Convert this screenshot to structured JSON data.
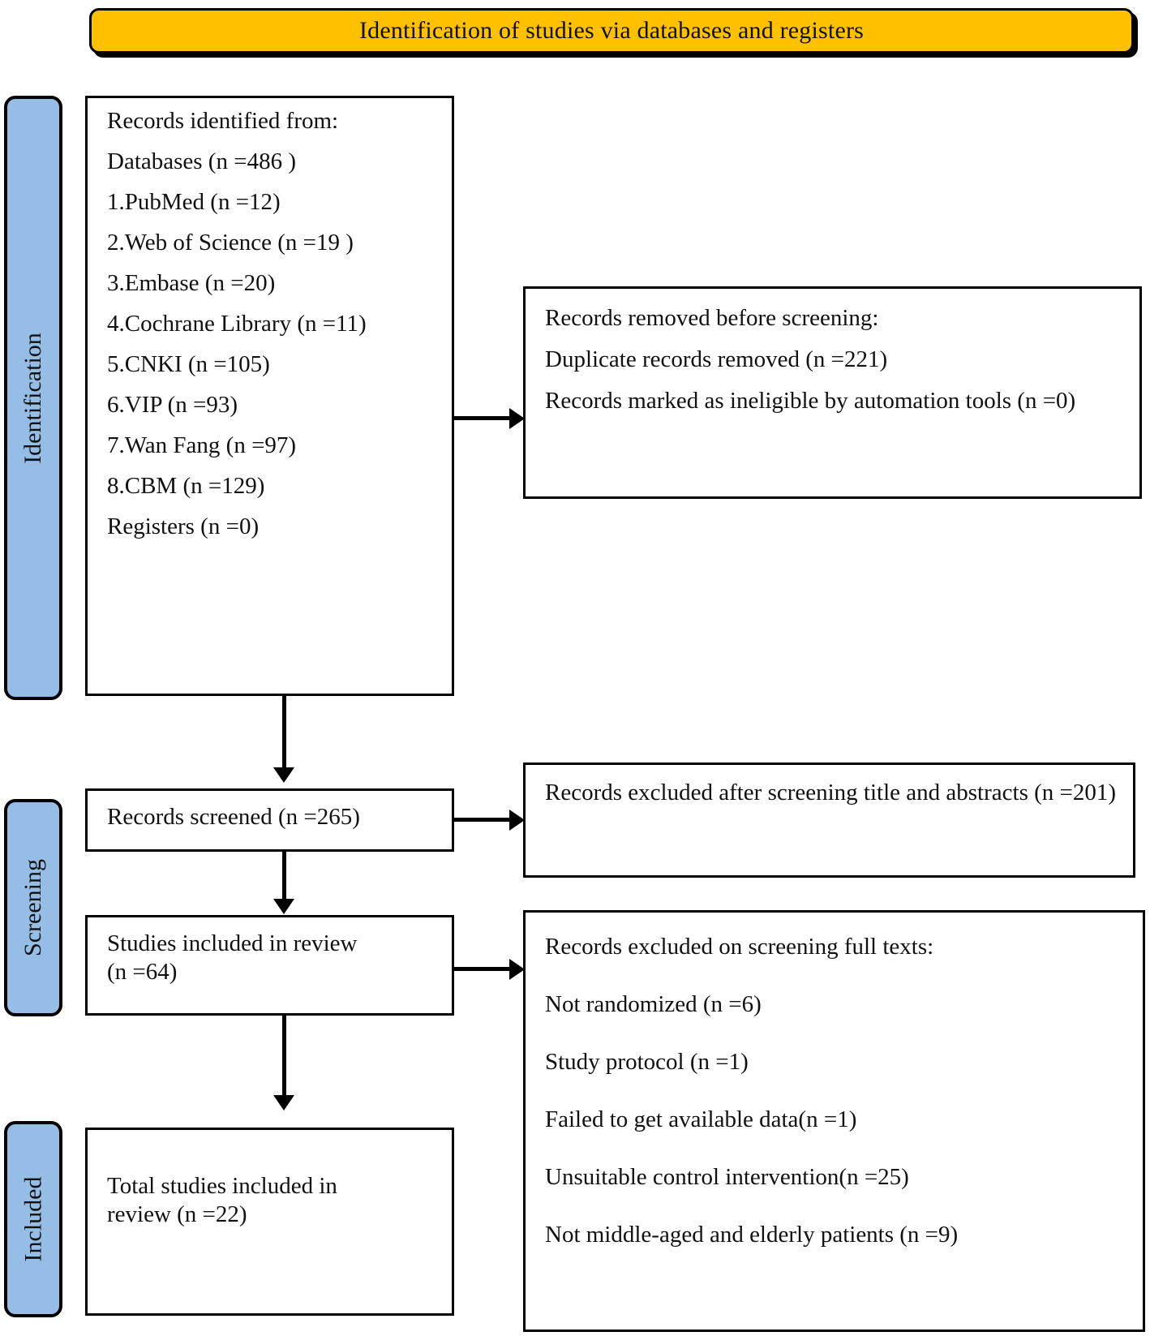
{
  "colors": {
    "header_accent": "#FFC000",
    "stage_tab": "#95BDE6",
    "outline": "#000000",
    "box_fill": "#FFFFFF"
  },
  "header": {
    "title": "Identification of studies via databases and registers"
  },
  "stages": [
    {
      "id": "identification",
      "label": "Identification"
    },
    {
      "id": "screening",
      "label": "Screening"
    },
    {
      "id": "included",
      "label": "Included"
    }
  ],
  "boxes": {
    "records_identified": {
      "lines": [
        "Records identified from:",
        "Databases (n =486 )",
        "1.PubMed (n =12)",
        "2.Web of Science (n =19 )",
        "3.Embase (n =20)",
        "4.Cochrane Library (n =11)",
        "5.CNKI (n =105)",
        "6.VIP (n =93)",
        "7.Wan Fang (n =97)",
        "8.CBM (n =129)",
        "Registers (n =0)"
      ]
    },
    "records_removed": {
      "lines": [
        "Records removed before screening:",
        "Duplicate records removed  (n =221)",
        "Records marked as ineligible by automation tools (n =0)"
      ]
    },
    "records_screened": {
      "lines": [
        "Records screened (n =265)"
      ]
    },
    "records_excluded_screening": {
      "lines": [
        "Records excluded after screening title and abstracts (n =201)"
      ]
    },
    "studies_included_review": {
      "lines": [
        "Studies included in review",
        "(n =64)"
      ]
    },
    "records_excluded_fulltext": {
      "lines": [
        "Records excluded on screening full texts:",
        "Not randomized (n =6)",
        "Study protocol (n =1)",
        "Failed to get available data(n =1)",
        "Unsuitable control intervention(n =25)",
        "Not middle-aged and elderly patients (n =9)"
      ]
    },
    "total_studies_included": {
      "lines": [
        "Total studies included in",
        "review (n =22)"
      ]
    }
  },
  "chart_data": {
    "type": "diagram",
    "title": "PRISMA flow diagram: Identification of studies via databases and registers",
    "nodes": [
      {
        "id": "records_identified",
        "stage": "Identification",
        "total_databases": 486,
        "total_registers": 0,
        "sources": [
          {
            "name": "PubMed",
            "n": 12
          },
          {
            "name": "Web of Science",
            "n": 19
          },
          {
            "name": "Embase",
            "n": 20
          },
          {
            "name": "Cochrane Library",
            "n": 11
          },
          {
            "name": "CNKI",
            "n": 105
          },
          {
            "name": "VIP",
            "n": 93
          },
          {
            "name": "Wan Fang",
            "n": 97
          },
          {
            "name": "CBM",
            "n": 129
          }
        ]
      },
      {
        "id": "records_removed",
        "stage": "Identification",
        "duplicate_records_removed": 221,
        "marked_ineligible_by_automation_tools": 0
      },
      {
        "id": "records_screened",
        "stage": "Screening",
        "n": 265
      },
      {
        "id": "records_excluded_screening",
        "stage": "Screening",
        "n": 201
      },
      {
        "id": "studies_included_review",
        "stage": "Screening",
        "n": 64
      },
      {
        "id": "records_excluded_fulltext",
        "stage": "Screening",
        "reasons": [
          {
            "reason": "Not randomized",
            "n": 6
          },
          {
            "reason": "Study protocol",
            "n": 1
          },
          {
            "reason": "Failed to get available data",
            "n": 1
          },
          {
            "reason": "Unsuitable control intervention",
            "n": 25
          },
          {
            "reason": "Not middle-aged and elderly patients",
            "n": 9
          }
        ]
      },
      {
        "id": "total_studies_included",
        "stage": "Included",
        "n": 22
      }
    ],
    "edges": [
      {
        "from": "records_identified",
        "to": "records_removed",
        "direction": "right"
      },
      {
        "from": "records_identified",
        "to": "records_screened",
        "direction": "down"
      },
      {
        "from": "records_screened",
        "to": "records_excluded_screening",
        "direction": "right"
      },
      {
        "from": "records_screened",
        "to": "studies_included_review",
        "direction": "down"
      },
      {
        "from": "studies_included_review",
        "to": "records_excluded_fulltext",
        "direction": "right"
      },
      {
        "from": "studies_included_review",
        "to": "total_studies_included",
        "direction": "down"
      }
    ]
  }
}
